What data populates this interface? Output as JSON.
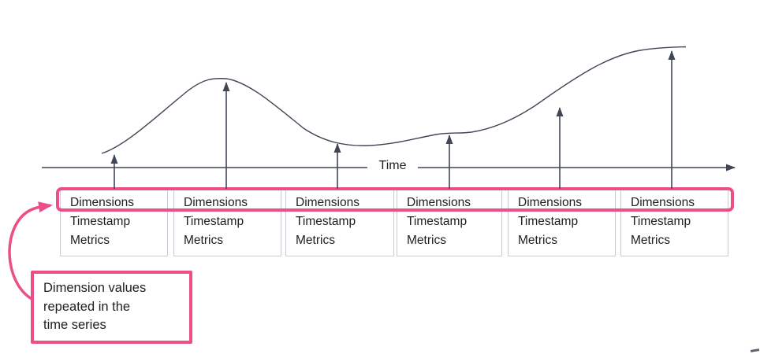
{
  "colors": {
    "highlight_pink": "#EC4E87",
    "line_dark": "#3F4655",
    "box_border": "#C9CCD2",
    "text": "#202020"
  },
  "axis": {
    "label": "Time"
  },
  "record_boxes": [
    {
      "lines": [
        "Dimensions",
        "Timestamp",
        "Metrics"
      ]
    },
    {
      "lines": [
        "Dimensions",
        "Timestamp",
        "Metrics"
      ]
    },
    {
      "lines": [
        "Dimensions",
        "Timestamp",
        "Metrics"
      ]
    },
    {
      "lines": [
        "Dimensions",
        "Timestamp",
        "Metrics"
      ]
    },
    {
      "lines": [
        "Dimensions",
        "Timestamp",
        "Metrics"
      ]
    },
    {
      "lines": [
        "Dimensions",
        "Timestamp",
        "Metrics"
      ]
    }
  ],
  "callout": {
    "lines": [
      "Dimension values",
      "repeated in the",
      "time series"
    ]
  }
}
